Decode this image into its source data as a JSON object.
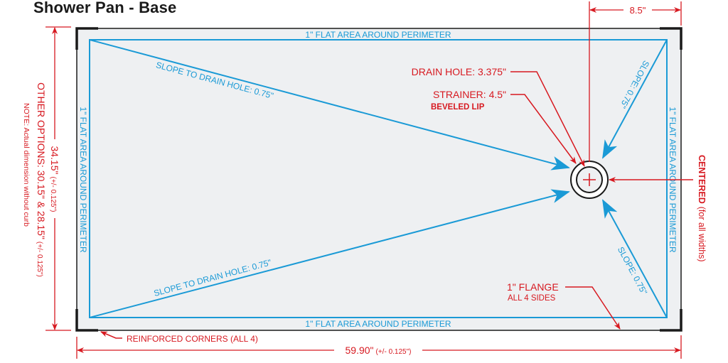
{
  "title": "Shower Pan - Base",
  "colors": {
    "blue": "#1a9ad6",
    "red": "#d71920",
    "pan_fill": "#eef0f2",
    "border": "#1a1a1a"
  },
  "perimeter": {
    "top": "1\" FLAT AREA AROUND PERIMETER",
    "bottom": "1\" FLAT AREA AROUND PERIMETER",
    "left": "1\" FLAT AREA AROUND PERIMETER",
    "right": "1\" FLAT AREA AROUND PERIMETER"
  },
  "slopes": {
    "upper_left": "SLOPE TO DRAIN HOLE: 0.75\"",
    "lower_left": "SLOPE TO DRAIN HOLE: 0.75\"",
    "upper_right": "SLOPE: 0.75\"",
    "lower_right": "SLOPE: 0.75\""
  },
  "callouts": {
    "drain_hole": "DRAIN HOLE: 3.375\"",
    "strainer": "STRAINER: 4.5\"",
    "strainer_note": "BEVELED LIP",
    "flange": "1\" FLANGE",
    "flange_note": "ALL 4 SIDES",
    "corners": "REINFORCED CORNERS (ALL 4)",
    "centered": "CENTERED",
    "centered_note": "(for all widths)"
  },
  "dimensions": {
    "drain_offset": "8.5\"",
    "width": "59.90\"",
    "width_tolerance": "(+/- 0.125\")",
    "height": "34.15\"",
    "height_tolerance": "(+/- 0.125\")",
    "other_options": "OTHER OPTIONS: 30.15\" & 28.15\"",
    "other_options_tolerance": "(+/- 0.125\")",
    "note": "NOTE: Actual dimension without curb"
  }
}
